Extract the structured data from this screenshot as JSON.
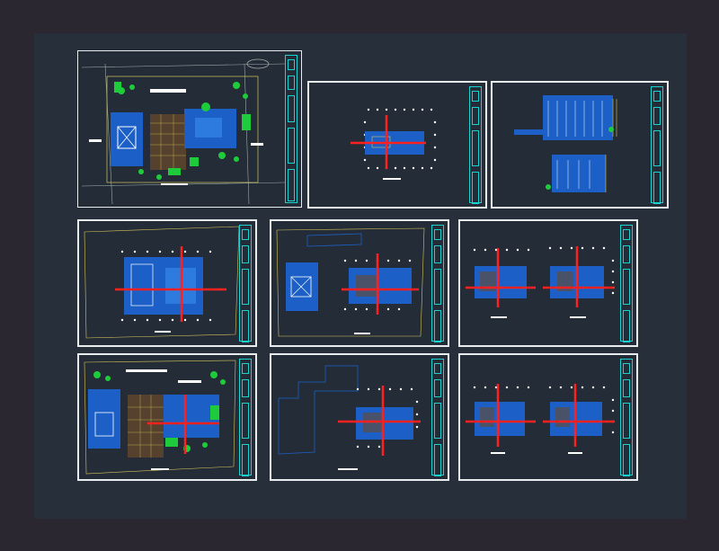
{
  "drawing": {
    "background_color": "#2b2730",
    "model_space_color": "#27303a",
    "colors": {
      "sheet_border": "#e9ecef",
      "title_block": "#19d3d1",
      "axis_lines": "#ff2020",
      "building": "#1b5fc7",
      "vegetation": "#1ecb3a",
      "columns": "#ffffff",
      "site_outline": "#d8c25a"
    },
    "sheets": [
      {
        "id": "site-plan-large"
      },
      {
        "id": "plan-small-top"
      },
      {
        "id": "elevation-sections"
      },
      {
        "id": "floor-plan-a"
      },
      {
        "id": "floor-plan-b"
      },
      {
        "id": "floor-plan-pair-1"
      },
      {
        "id": "site-plan-small"
      },
      {
        "id": "floor-plan-c"
      },
      {
        "id": "floor-plan-pair-2"
      }
    ]
  }
}
